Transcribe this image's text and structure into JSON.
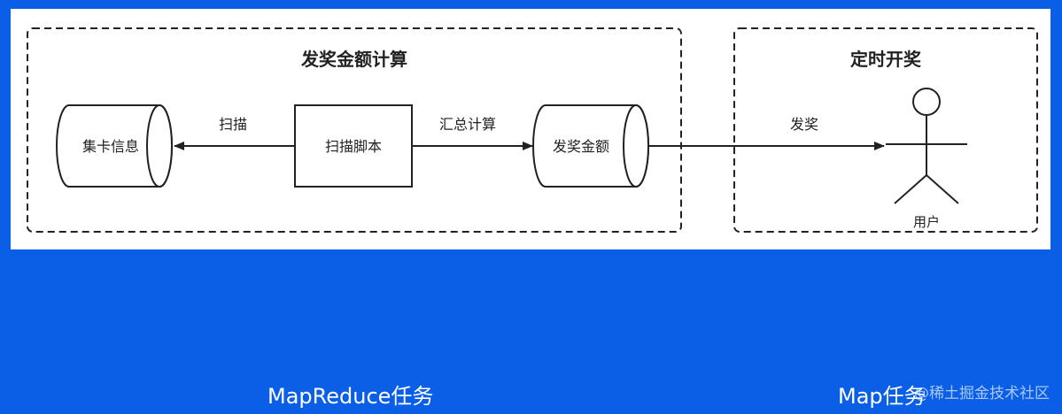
{
  "diagram": {
    "group_left_title": "发奖金额计算",
    "group_right_title": "定时开奖",
    "nodes": {
      "card_info": "集卡信息",
      "scan_script": "扫描脚本",
      "award_amount": "发奖金额",
      "user": "用户"
    },
    "edges": {
      "scan": "扫描",
      "summarize": "汇总计算",
      "award": "发奖"
    }
  },
  "captions": {
    "left": "MapReduce任务",
    "right": "Map任务"
  },
  "watermark": "@稀土掘金技术社区"
}
